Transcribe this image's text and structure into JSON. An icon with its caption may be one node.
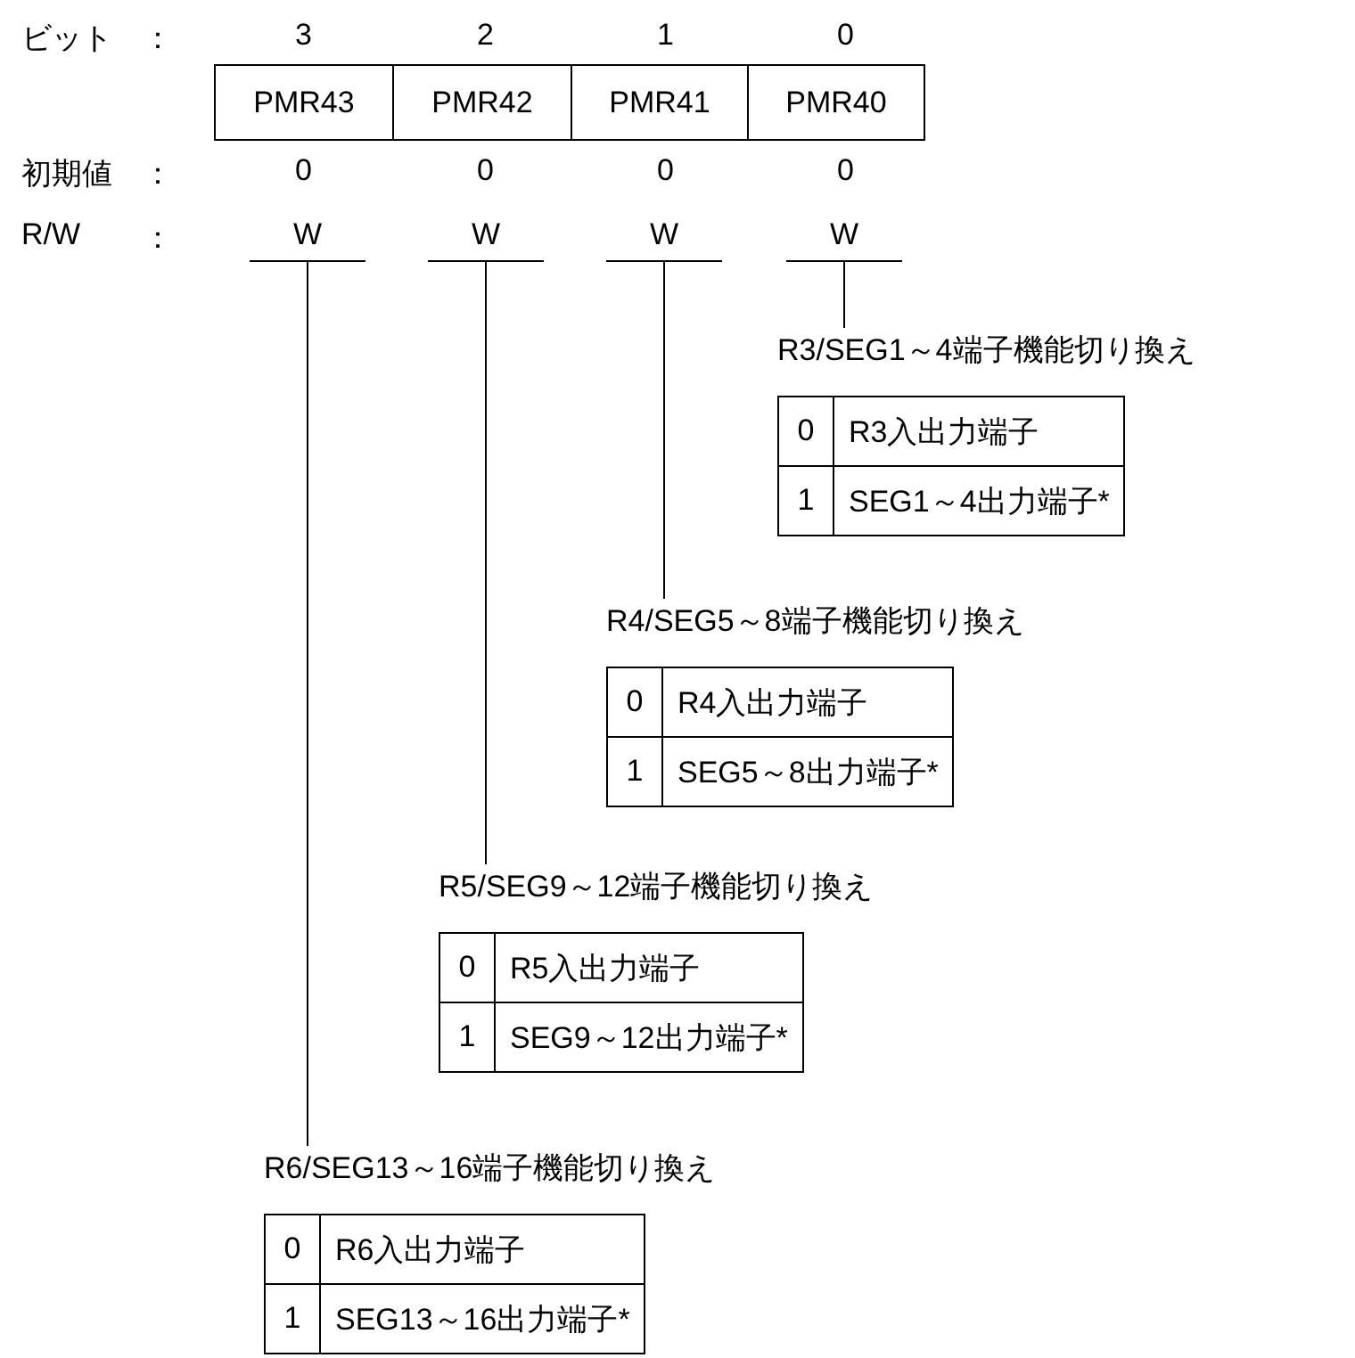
{
  "diagram": {
    "nodes": [
      {
        "text": [
          "PMR43"
        ]
      },
      {
        "text": [
          "PMR42"
        ]
      },
      {
        "text": [
          "PMR41"
        ]
      },
      {
        "text": [
          "PMR40"
        ]
      },
      {
        "text": [
          "W"
        ]
      },
      {
        "text": [
          "W"
        ]
      },
      {
        "text": [
          "W"
        ]
      },
      {
        "text": [
          "W"
        ]
      },
      {
        "text": [
          "R3/SEG1～4端子機能切り換え",
          "0",
          "R3入出力端子",
          "1",
          "SEG1～4出力端子*"
        ]
      },
      {
        "text": [
          "R4/SEG5～8端子機能切り換え",
          "0",
          "R4入出力端子",
          "1",
          "SEG5～8出力端子*"
        ]
      },
      {
        "text": [
          "R5/SEG9～12端子機能切り換え",
          "0",
          "R5入出力端子",
          "1",
          "SEG9～12出力端子*"
        ]
      },
      {
        "text": [
          "R6/SEG13～16端子機能切り換え",
          "0",
          "R6入出力端子",
          "1",
          "SEG13～16出力端子*"
        ]
      }
    ],
    "edges": [
      {
        "from": 7,
        "to": 8,
        "arrow": "none"
      },
      {
        "from": 6,
        "to": 9,
        "arrow": "none"
      },
      {
        "from": 5,
        "to": 10,
        "arrow": "none"
      },
      {
        "from": 4,
        "to": 11,
        "arrow": "none"
      }
    ],
    "labels": [
      "ビット",
      "：",
      "3",
      "2",
      "1",
      "0",
      "初期値",
      "：",
      "0",
      "0",
      "0",
      "0",
      "R/W",
      "："
    ]
  }
}
